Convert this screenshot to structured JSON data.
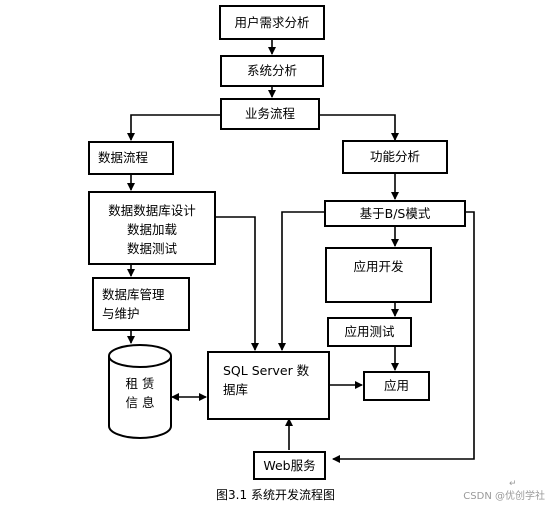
{
  "nodes": {
    "user_requirement": "用户需求分析",
    "system_analysis": "系统分析",
    "business_flow": "业务流程",
    "data_flow": "数据流程",
    "function_analysis": "功能分析",
    "db_design_lines": [
      "数据数据库设计",
      "数据加载",
      "数据测试"
    ],
    "bs_mode": "基于B/S模式",
    "app_dev": "应用开发",
    "app_test": "应用测试",
    "db_mgmt_lines": [
      "数据库管理",
      "与维护"
    ],
    "sql_server_lines": [
      "SQL Server 数",
      "据库"
    ],
    "application": "应用",
    "web_service": "Web服务",
    "cylinder_lines": [
      "租  赁",
      "信  息"
    ]
  },
  "caption": "图3.1 系统开发流程图",
  "watermark": "CSDN @优创学社",
  "cursor_mark": "↵"
}
